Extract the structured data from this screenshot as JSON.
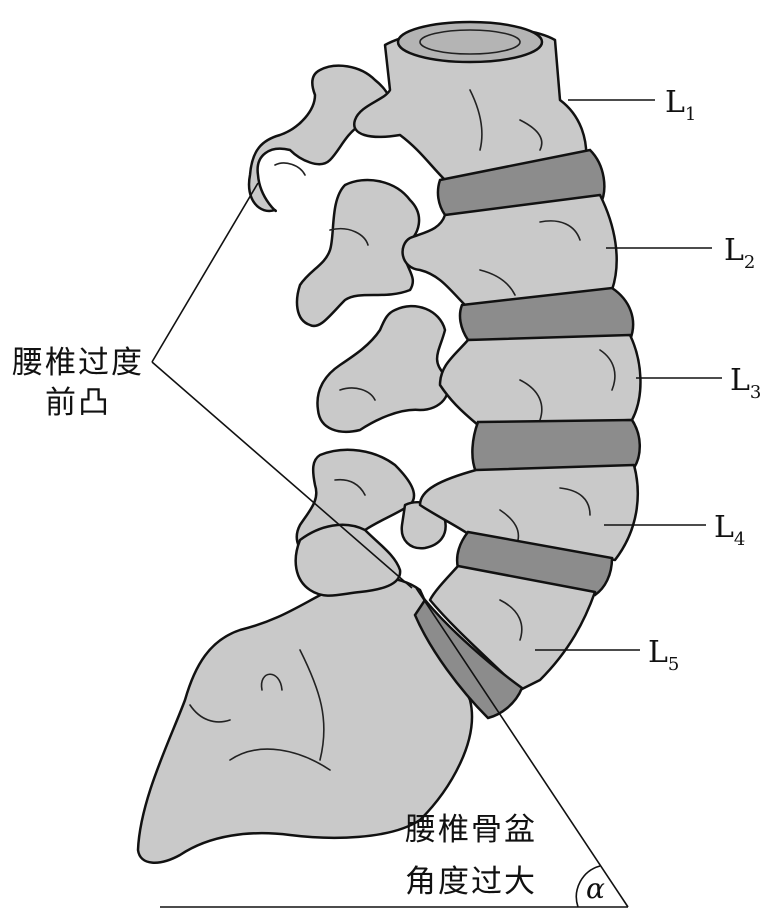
{
  "title": "Lumbar spine hyperlordosis diagram",
  "vertebra_labels": [
    {
      "letter": "L",
      "sub": "1"
    },
    {
      "letter": "L",
      "sub": "2"
    },
    {
      "letter": "L",
      "sub": "3"
    },
    {
      "letter": "L",
      "sub": "4"
    },
    {
      "letter": "L",
      "sub": "5"
    }
  ],
  "annotations": {
    "lordosis_line1": "腰椎过度",
    "lordosis_line2": "前凸",
    "angle_line1": "腰椎骨盆",
    "angle_line2": "角度过大",
    "angle_symbol": "α"
  },
  "colors": {
    "bone": "#c9c9c9",
    "disc": "#8c8c8c",
    "outline": "#111111"
  }
}
